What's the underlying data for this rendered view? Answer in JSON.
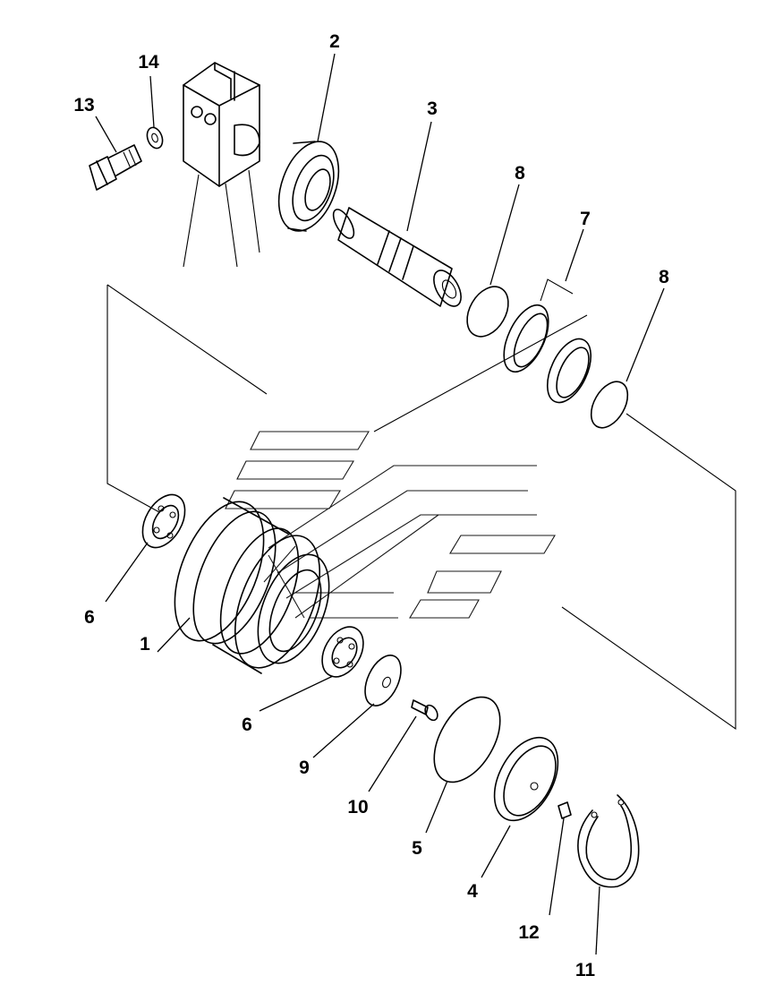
{
  "diagram": {
    "callouts": [
      "1",
      "2",
      "3",
      "4",
      "5",
      "6",
      "6",
      "7",
      "8",
      "8",
      "9",
      "10",
      "11",
      "12",
      "13",
      "14"
    ],
    "watermark_note": "logo-watermark (chevron stripes) reproduced as graphic"
  }
}
